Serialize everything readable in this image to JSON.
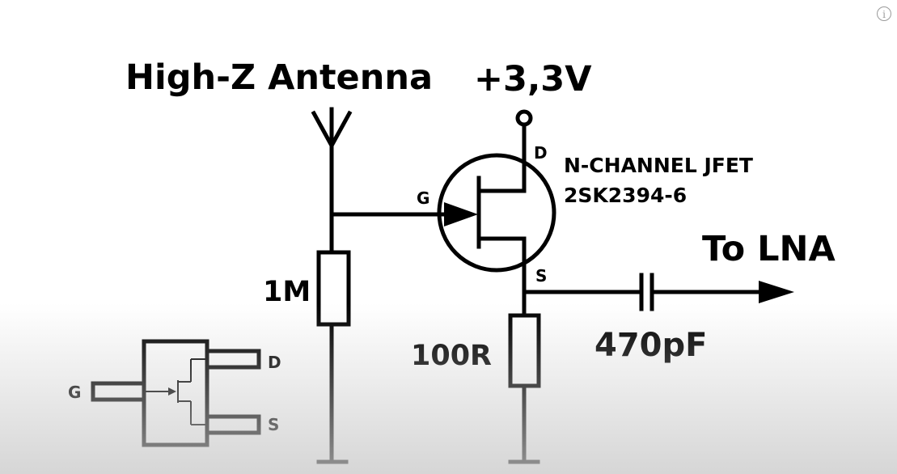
{
  "labels": {
    "title": "High-Z Antenna",
    "supply": "+3,3V",
    "drain": "D",
    "gate": "G",
    "source": "S",
    "jfet_type": "N-CHANNEL JFET",
    "jfet_part": "2SK2394-6",
    "output": "To LNA",
    "r_gate": "1M",
    "r_source": "100R",
    "capacitor": "470pF",
    "pkg_gate": "G",
    "pkg_drain": "D",
    "pkg_source": "S"
  },
  "info_icon": "i",
  "colors": {
    "ink": "#000000",
    "background": "#ffffff"
  }
}
